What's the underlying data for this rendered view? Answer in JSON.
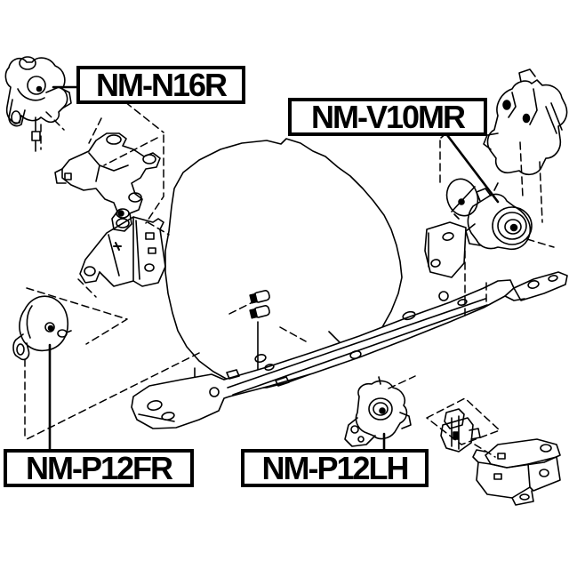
{
  "diagram": {
    "style": "black-and-white exploded parts line drawing",
    "background_color": "#ffffff",
    "line_color": "#000000",
    "labels": {
      "nm_n16r": "NM-N16R",
      "nm_v10mr": "NM-V10MR",
      "nm_p12fr": "NM-P12FR",
      "nm_p12lh": "NM-P12LH"
    },
    "drawing_elements": [
      "rear-engine-mount",
      "engine-mounting-bracket",
      "side-plate-bracket",
      "front-engine-mount",
      "engine-block-outline",
      "bolt-pair",
      "front-crossmember",
      "washer-disc",
      "engine-side-plate",
      "right-engine-mount",
      "right-mount-bracket",
      "left-engine-mount",
      "mount-damper",
      "rear-mount-bracket",
      "assembly-dashed-lines",
      "leader-lines"
    ]
  }
}
